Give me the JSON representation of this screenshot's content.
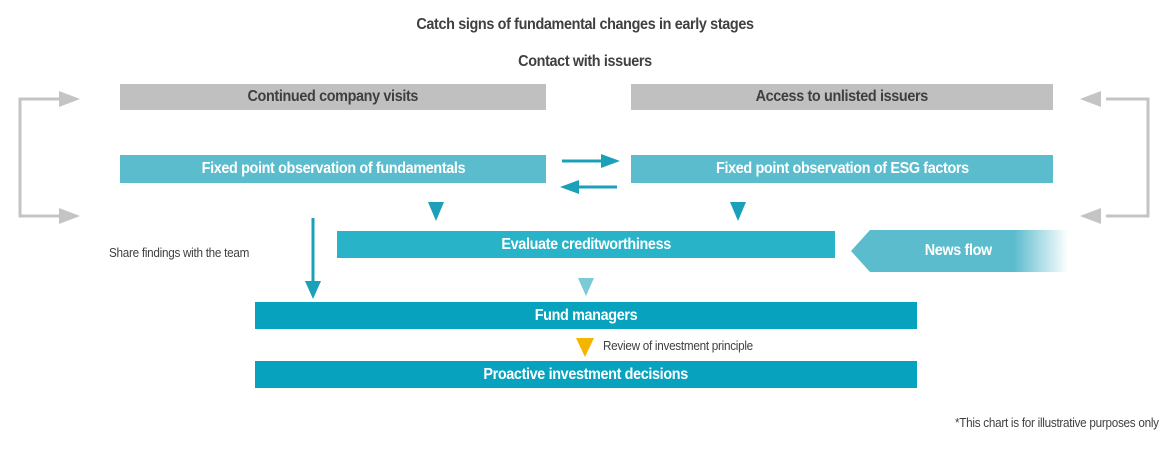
{
  "header": {
    "title": "Catch signs of fundamental changes in early stages",
    "subtitle": "Contact with issuers"
  },
  "boxes": {
    "company_visits": "Continued company visits",
    "unlisted_issuers": "Access to unlisted issuers",
    "fundamentals": "Fixed point observation of fundamentals",
    "esg_factors": "Fixed point observation of ESG factors",
    "creditworthiness": "Evaluate creditworthiness",
    "news_flow": "News flow",
    "fund_managers": "Fund managers",
    "investment_decisions": "Proactive investment decisions"
  },
  "labels": {
    "share_findings": "Share findings with the team",
    "review_principle": "Review of investment principle",
    "footnote": "*This chart is for illustrative purposes only"
  },
  "colors": {
    "gray_box": "#c0c0c0",
    "teal_light": "#5bbccd",
    "teal_mid": "#29b3c8",
    "teal_dark": "#07a3be",
    "arrow_teal": "#1aa0b8",
    "arrow_gray": "#c4c4c4",
    "review_arrow": "#f5b400"
  }
}
